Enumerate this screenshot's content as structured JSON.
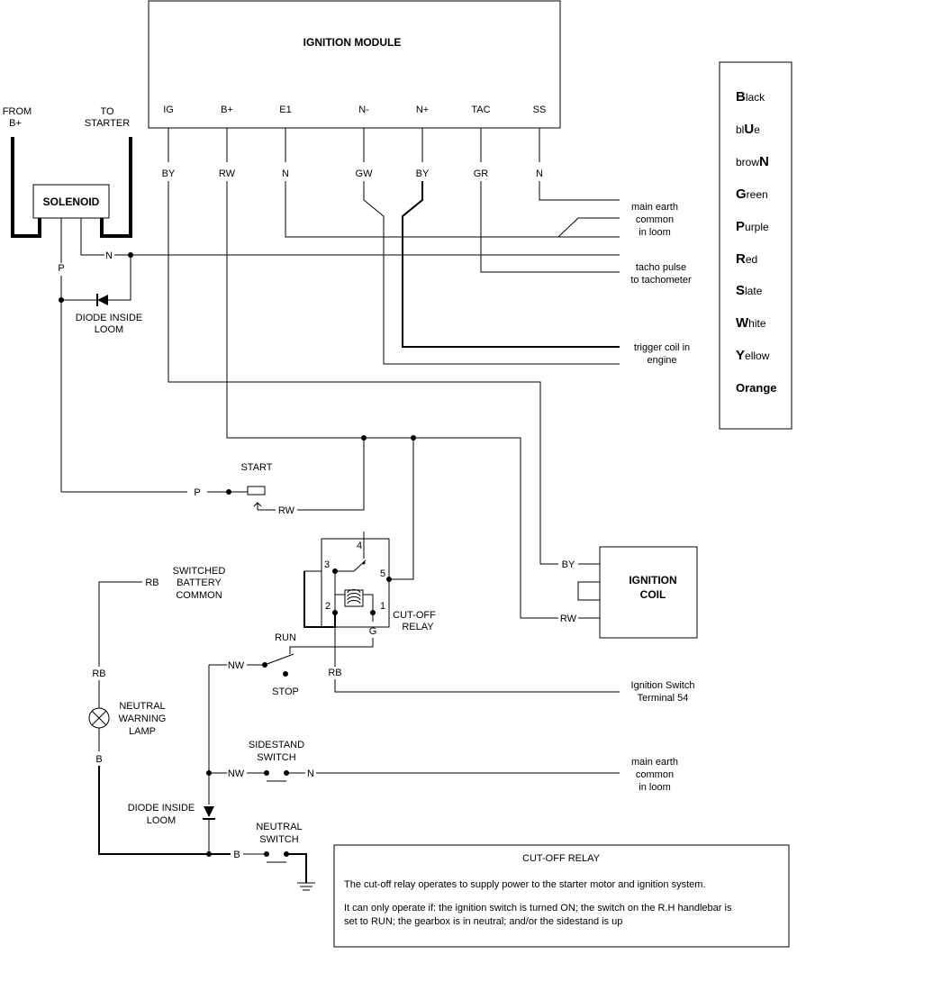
{
  "module": {
    "title": "IGNITION MODULE",
    "pins": [
      "IG",
      "B+",
      "E1",
      "N-",
      "N+",
      "TAC",
      "SS"
    ],
    "wires": [
      "BY",
      "RW",
      "N",
      "GW",
      "BY",
      "GR",
      "N"
    ]
  },
  "solenoid": {
    "label": "SOLENOID",
    "from_label_1": "FROM",
    "from_label_2": "B+",
    "to_label_1": "TO",
    "to_label_2": "STARTER",
    "wire_p": "P",
    "wire_n": "N"
  },
  "diode_top": {
    "line1": "DIODE INSIDE",
    "line2": "LOOM"
  },
  "right_labels": {
    "earth_1": "main earth",
    "earth_2": "common",
    "earth_3": "in loom",
    "tacho_1": "tacho pulse",
    "tacho_2": "to tachometer",
    "trigger_1": "trigger coil in",
    "trigger_2": "engine",
    "ignsw_1": "Ignition Switch",
    "ignsw_2": "Terminal 54",
    "earth2_1": "main earth",
    "earth2_2": "common",
    "earth2_3": "in loom"
  },
  "legend": [
    {
      "big": "B",
      "small": "lack",
      "order": "big-first"
    },
    {
      "pre": "bl",
      "big": "U",
      "post": "e",
      "order": "mid"
    },
    {
      "pre": "brow",
      "big": "N",
      "order": "big-last"
    },
    {
      "big": "G",
      "small": "reen",
      "order": "big-first"
    },
    {
      "big": "P",
      "small": "urple",
      "order": "big-first"
    },
    {
      "big": "R",
      "small": "ed",
      "order": "big-first"
    },
    {
      "big": "S",
      "small": "late",
      "order": "big-first"
    },
    {
      "big": "W",
      "small": "hite",
      "order": "big-first"
    },
    {
      "big": "Y",
      "small": "ellow",
      "order": "big-first"
    },
    {
      "big": "Orange",
      "small": "",
      "order": "big-first"
    }
  ],
  "start": {
    "label": "START",
    "wire_p": "P",
    "wire_rw": "RW"
  },
  "relay": {
    "label_1": "CUT-OFF",
    "label_2": "RELAY",
    "pin3": "3",
    "pin4": "4",
    "pin5": "5",
    "pin2": "2",
    "pin1": "1",
    "wire_g": "G"
  },
  "coil": {
    "label_1": "IGNITION",
    "label_2": "COIL",
    "wire_by": "BY",
    "wire_rw": "RW"
  },
  "run_stop": {
    "run": "RUN",
    "stop": "STOP",
    "wire_nw": "NW",
    "wire_rb": "RB"
  },
  "switched": {
    "line1": "SWITCHED",
    "line2": "BATTERY",
    "line3": "COMMON",
    "wire_rb": "RB"
  },
  "lamp": {
    "line1": "NEUTRAL",
    "line2": "WARNING",
    "line3": "LAMP",
    "wire_rb": "RB",
    "wire_b": "B"
  },
  "sidestand": {
    "line1": "SIDESTAND",
    "line2": "SWITCH",
    "wire_nw": "NW",
    "wire_n": "N"
  },
  "diode_bottom": {
    "line1": "DIODE INSIDE",
    "line2": "LOOM"
  },
  "neutral_sw": {
    "line1": "NEUTRAL",
    "line2": "SWITCH",
    "wire_b": "B"
  },
  "note": {
    "title": "CUT-OFF RELAY",
    "p1": "The cut-off relay operates to supply power to the starter motor and ignition system.",
    "p2a": "It can only operate if: the ignition switch is turned ON; the switch on the R.H handlebar is",
    "p2b": "set to RUN; the gearbox is in neutral; and/or the sidestand is up"
  }
}
